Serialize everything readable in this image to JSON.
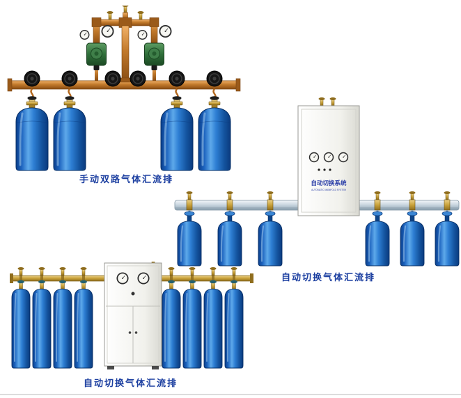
{
  "figures": {
    "manual_dual": {
      "caption": "手动双路气体汇流排",
      "cylinder_count": 4
    },
    "auto_wall": {
      "caption": "自动切换气体汇流排",
      "cylinder_count": 6,
      "cabinet_title": "自动切换系统",
      "cabinet_subtitle": "AUTOMATIC MANIFOLD SYSTEM"
    },
    "auto_floor": {
      "caption": "自动切换气体汇流排",
      "cylinder_count": 8
    }
  },
  "colors": {
    "caption_blue": "#1c3fa0",
    "cylinder_blue": "#1d64bf",
    "copper_pipe": "#c27a2c",
    "brass": "#c9a23a",
    "regulator_green": "#2f6f3a",
    "rail_silver": "#c9d6e0",
    "cabinet_white": "#f1f1ec"
  }
}
